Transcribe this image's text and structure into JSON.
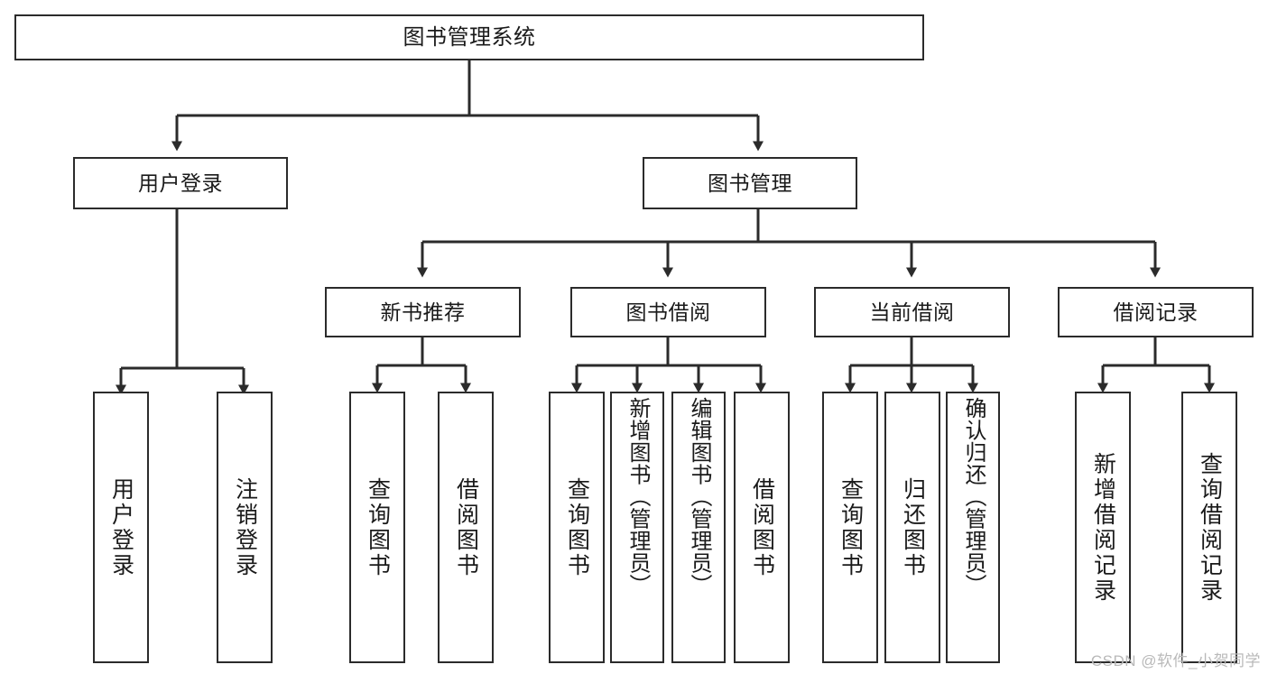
{
  "diagram": {
    "title": "图书管理系统",
    "type": "tree",
    "watermark": "CSDN @软件_小贺同学",
    "colors": {
      "stroke": "#2b2b2b",
      "fill": "#ffffff",
      "text": "#1a1a1a",
      "watermark": "#b9b9b9"
    },
    "root": {
      "label": "图书管理系统"
    },
    "level2": [
      {
        "label": "用户登录"
      },
      {
        "label": "图书管理"
      }
    ],
    "level3": [
      {
        "label": "新书推荐"
      },
      {
        "label": "图书借阅"
      },
      {
        "label": "当前借阅"
      },
      {
        "label": "借阅记录"
      }
    ],
    "leaves": {
      "user_login": [
        {
          "label": "用户登录"
        },
        {
          "label": "注销登录"
        }
      ],
      "new_book": [
        {
          "label": "查询图书"
        },
        {
          "label": "借阅图书"
        }
      ],
      "book_borrow": [
        {
          "label": "查询图书"
        },
        {
          "label": "新增图书（管理员）"
        },
        {
          "label": "编辑图书（管理员）"
        },
        {
          "label": "借阅图书"
        }
      ],
      "current_borrow": [
        {
          "label": "查询图书"
        },
        {
          "label": "归还图书"
        },
        {
          "label": "确认归还（管理员）"
        }
      ],
      "borrow_record": [
        {
          "label": "新增借阅记录"
        },
        {
          "label": "查询借阅记录"
        }
      ]
    }
  }
}
